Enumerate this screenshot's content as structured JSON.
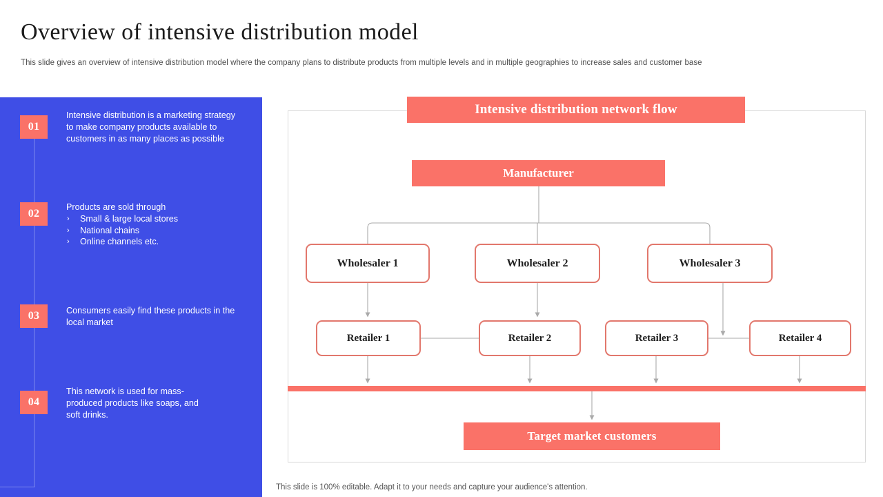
{
  "header": {
    "title": "Overview of intensive distribution model",
    "subtitle": "This slide gives an overview of intensive distribution model where the company plans to distribute products from multiple levels and in multiple geographies to increase sales and customer base"
  },
  "sidebar": {
    "points": [
      {
        "number": "01",
        "text": "Intensive distribution is a marketing strategy to make company products available to customers in as many places as possible",
        "bullets": []
      },
      {
        "number": "02",
        "text": "Products are sold through",
        "bullets": [
          "Small & large local stores",
          "National chains",
          "Online channels etc."
        ]
      },
      {
        "number": "03",
        "text": "Consumers easily find these products in the local market",
        "bullets": []
      },
      {
        "number": "04",
        "text": "This network is used for mass-produced products like soaps, and soft drinks.",
        "bullets": []
      }
    ]
  },
  "diagram": {
    "banner_label": "Intensive distribution network flow",
    "manufacturer_label": "Manufacturer",
    "wholesalers": [
      {
        "label": "Wholesaler 1"
      },
      {
        "label": "Wholesaler 2"
      },
      {
        "label": "Wholesaler 3"
      }
    ],
    "retailers": [
      {
        "label": "Retailer 1"
      },
      {
        "label": "Retailer 2"
      },
      {
        "label": "Retailer 3"
      },
      {
        "label": "Retailer 4"
      }
    ],
    "target_label": "Target market customers"
  },
  "footer": {
    "note": "This slide is 100% editable. Adapt it to your needs and capture your audience's attention."
  },
  "colors": {
    "brand_blue": "#3f4ee6",
    "accent_salmon": "#fa7268",
    "node_border": "#e2776c",
    "connector_gray": "#aaaaaa",
    "frame_gray": "#d8d8d8"
  }
}
